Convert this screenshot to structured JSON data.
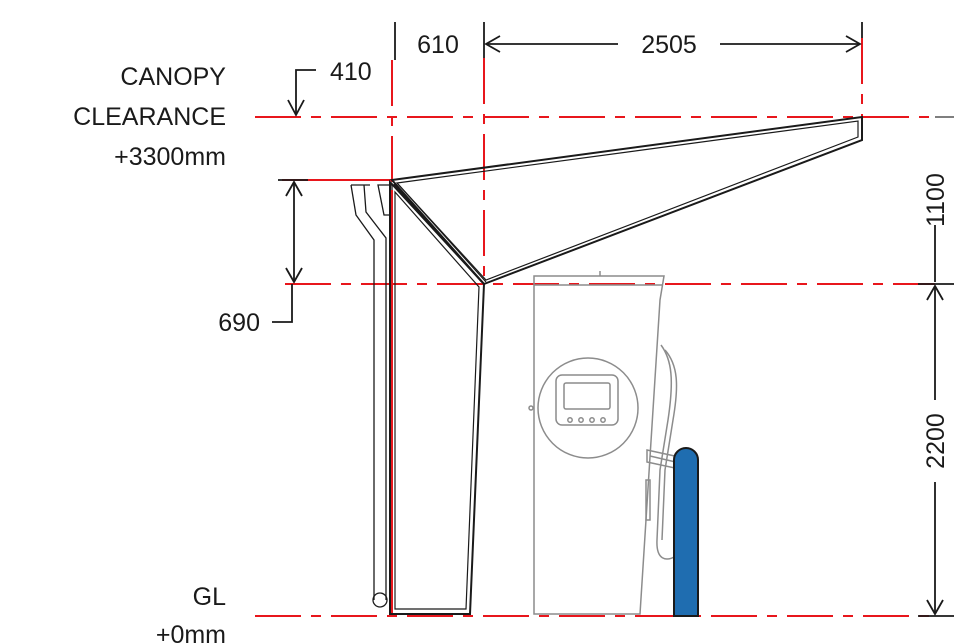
{
  "labels": {
    "canopy_line1": "CANOPY",
    "canopy_line2": "CLEARANCE",
    "canopy_level": "+3300mm",
    "gl_line1": "GL",
    "gl_level": "+0mm"
  },
  "dimensions": {
    "d410": "410",
    "d610": "610",
    "d2505": "2505",
    "d1100": "1100",
    "d690": "690",
    "d2200": "2200"
  },
  "colors": {
    "datum_line": "#e8161c",
    "outline": "#1a1a1a",
    "equipment": "#8c8c8c",
    "bollard": "#1f6db0"
  }
}
